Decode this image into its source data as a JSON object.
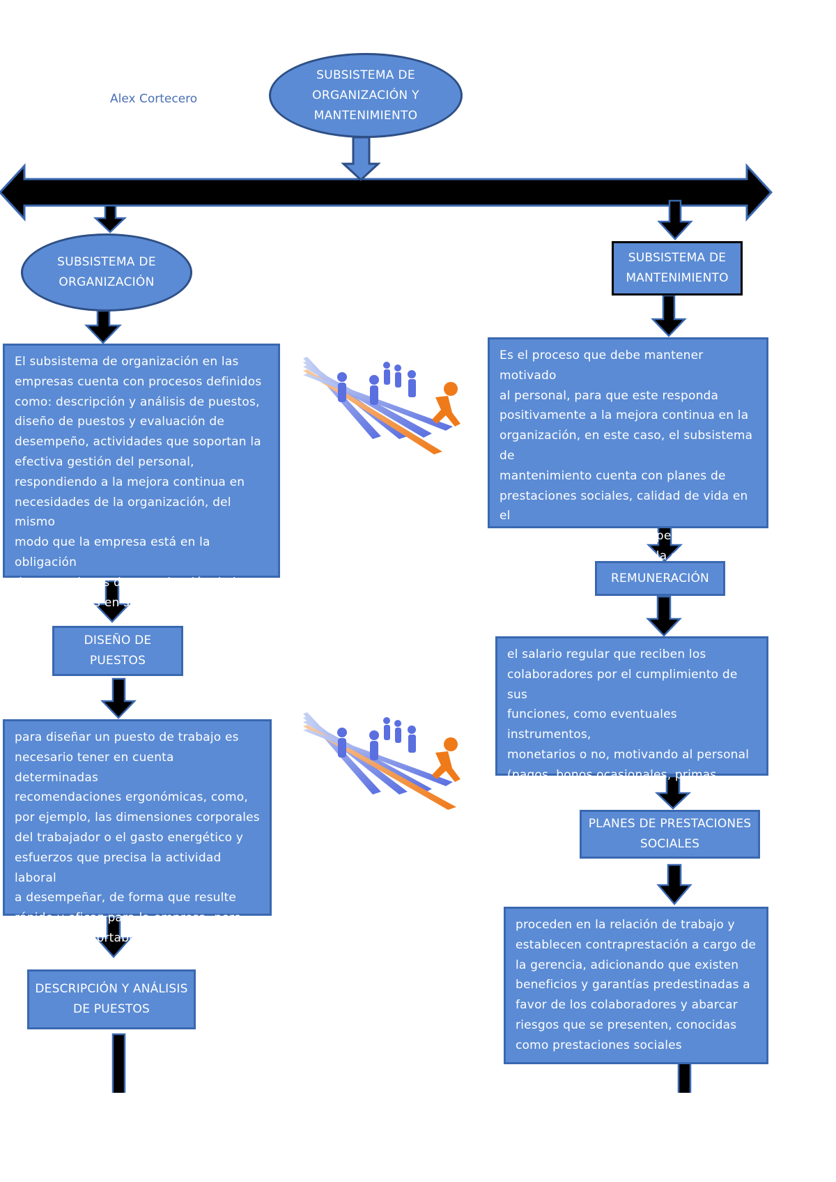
{
  "author": "Alex Cortecero",
  "root": {
    "title": "SUBSISTEMA DE\nORGANIZACIÓN Y\nMANTENIMIENTO"
  },
  "left": {
    "title": "SUBSISTEMA DE\nORGANIZACIÓN",
    "description": "El subsistema de organización en las\nempresas cuenta con procesos definidos\ncomo: descripción y análisis de puestos,\ndiseño de puestos y evaluación de\ndesempeño, actividades que soportan la\nefectiva gestión del personal,\nrespondiendo a la mejora continua en\nnecesidades de la organización, del mismo\nmodo que la empresa está en la obligación\nde tener planes de organización de los\ncolaboradores en sus áreas pertinentes.",
    "design_label": "DISEÑO DE\nPUESTOS",
    "design_text": "para diseñar un puesto de trabajo es\nnecesario tener en cuenta determinadas\nrecomendaciones ergonómicas, como,\npor ejemplo, las dimensiones corporales\ndel trabajador o el gasto energético y\nesfuerzos que precisa la actividad laboral\na desempeñar, de forma que resulte\nrápido y eficaz para la empresa, pero\nseguro y confortable para el trabajador.",
    "analysis_label": "DESCRIPCIÓN Y ANÁLISIS\nDE PUESTOS"
  },
  "right": {
    "title": "SUBSISTEMA DE\nMANTENIMIENTO",
    "description": "Es el proceso que debe mantener motivado\nal personal, para que este responda\npositivamente a la mejora continua en la\norganización, en este caso, el subsistema de\nmantenimiento cuenta con planes de\nprestaciones sociales, calidad de vida en el\ntrabajo y relación con las personas\nejerciendo dinamismo en la gestión del\npersonal.",
    "remuneration_label": "REMUNERACIÓN",
    "remuneration_text": "el salario regular que reciben los\ncolaboradores por el cumplimiento de sus\nfunciones, como eventuales instrumentos,\nmonetarios o no, motivando al personal\n(pagos, bonos ocasionales, primas, planes\nde beneficios y bienestar, entre otros).",
    "benefits_label": "PLANES DE PRESTACIONES\nSOCIALES",
    "benefits_text": "proceden en la relación de trabajo y\nestablecen contraprestación a cargo de\nla gerencia, adicionando que existen\nbeneficios y garantías predestinadas a\nfavor de los colaboradores y abarcar\nriesgos que se presenten, conocidas\ncomo prestaciones sociales"
  },
  "illustrations": [
    "runners-illustration",
    "runners-illustration"
  ],
  "colors": {
    "node_fill": "#5b8bd4",
    "node_border": "#3a68b0",
    "arrow": "#000000",
    "text": "#ffffff"
  }
}
